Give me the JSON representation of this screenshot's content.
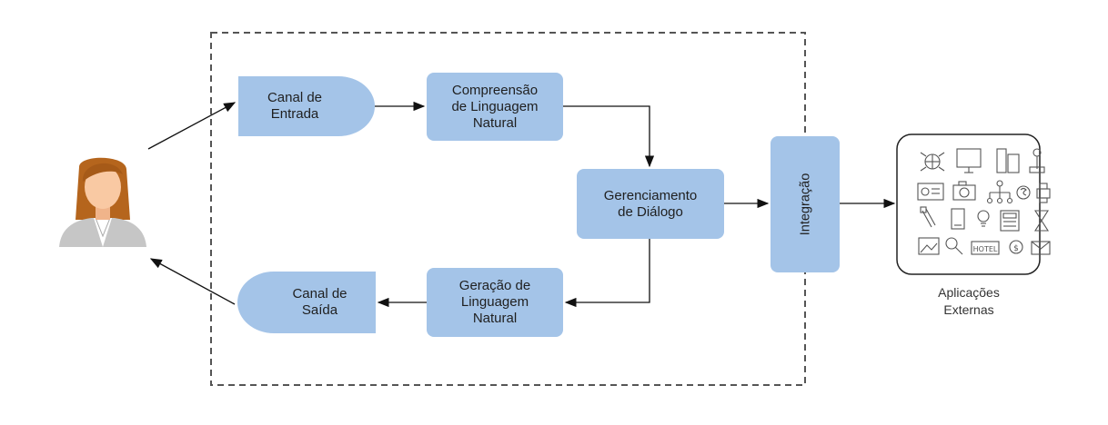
{
  "nodes": {
    "canal_entrada": "Canal de\nEntrada",
    "compreensao": "Compreensão\nde Linguagem\nNatural",
    "gerenciamento": "Gerenciamento\nde Diálogo",
    "geracao": "Geração de\nLinguagem\nNatural",
    "canal_saida": "Canal de\nSaída",
    "integracao": "Integração",
    "apps_caption": "Aplicações\nExternas"
  },
  "icons": {
    "user": "user-avatar-icon",
    "apps": [
      "globe-network-icon",
      "monitor-icon",
      "building-icon",
      "key-icon",
      "id-card-icon",
      "camera-icon",
      "org-chart-icon",
      "money-bag-icon",
      "printer-icon",
      "tools-icon",
      "phone-icon",
      "idea-icon",
      "calculator-icon",
      "hourglass-icon",
      "photo-icon",
      "magnifier-icon",
      "hotel-sign-icon",
      "money-icon",
      "mail-icon"
    ],
    "hotel_sign_text": "HOTEL"
  },
  "colors": {
    "node_fill": "#a4c4e8",
    "boundary": "#555555",
    "arrow": "#111111",
    "hair": "#b5651d",
    "skin": "#f9c9a3",
    "shirt": "#c6c6c6"
  }
}
